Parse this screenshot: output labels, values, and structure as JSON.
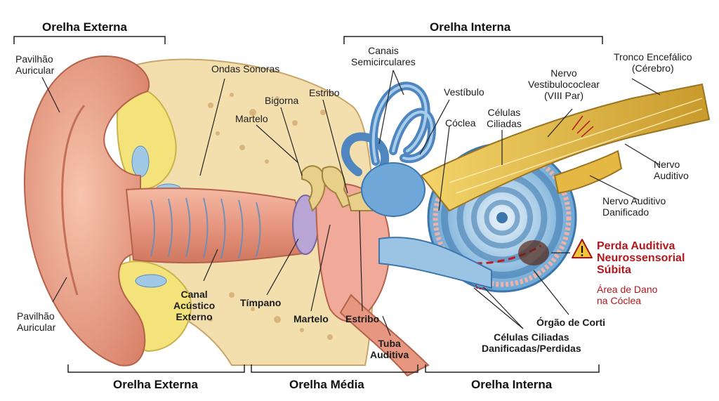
{
  "headers": {
    "top_outer": "Orelha Externa",
    "top_inner": "Orelha Interna",
    "bottom_outer": "Orelha Externa",
    "bottom_middle": "Orelha Média",
    "bottom_inner": "Orelha Interna"
  },
  "labels": {
    "pinna_top": "Pavilhão\nAuricular",
    "pinna_bottom": "Pavilhão\nAuricular",
    "sound_waves": "Ondas Sonoras",
    "incus": "Bigorna",
    "stapes_top": "Estribo",
    "malleus_top": "Martelo",
    "canals": "Canais\nSemicirculares",
    "vestibule": "Vestíbulo",
    "cochlea": "Cóclea",
    "hair_cells": "Células\nCiliadas",
    "vestibulocochlear": "Nervo\nVestibulococlear\n(VIII Par)",
    "brainstem": "Tronco Encefálico\n(Cérebro)",
    "auditory_nerve": "Nervo\nAuditivo",
    "damaged_nerve": "Nervo Auditivo\nDanificado",
    "ear_canal": "Canal\nAcústico\nExterno",
    "tympanum": "Tímpano",
    "malleus_bottom": "Martelo",
    "stapes_bottom": "Estribo",
    "eustachian": "Tuba\nAuditiva",
    "corti": "Órgão de Corti",
    "damaged_cells": "Células Ciliadas\nDanificadas/Perdidas"
  },
  "warning": {
    "title": "Perda Auditiva\nNeurossensorial\nSúbita",
    "subtitle": "Área de Dano\nna Cóclea",
    "icon": "warning-triangle-icon"
  },
  "colors": {
    "skin": "#e9a08a",
    "bone": "#f3dfae",
    "fat": "#f4e27a",
    "cochlea_blue": "#7fb3dc",
    "nerve": "#e8c04a",
    "alert_red": "#b3171b"
  }
}
